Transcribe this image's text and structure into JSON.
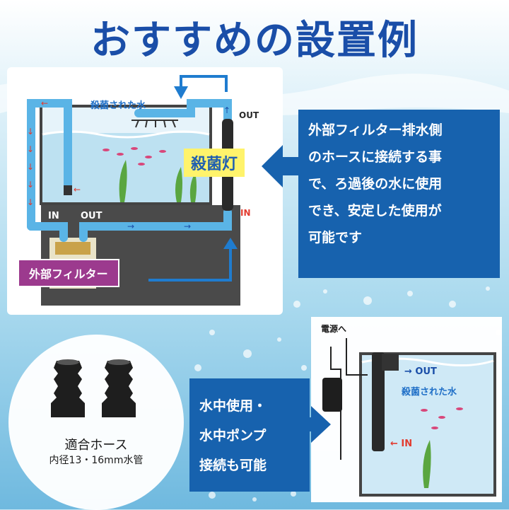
{
  "title": "おすすめの設置例",
  "diagram_main": {
    "sterilized_water": "殺菌された水",
    "out_top": "OUT",
    "in_right": "IN",
    "in_filter": "IN",
    "out_filter": "OUT",
    "lamp_label": "殺菌灯",
    "filter_label": "外部フィルター"
  },
  "info": {
    "lines": [
      "外部フィルター排水側",
      "のホースに接続する事",
      "で、ろ過後の水に使用",
      "でき、安定した使用が",
      "可能です"
    ]
  },
  "hose": {
    "title": "適合ホース",
    "subtitle": "内径13・16mm水管"
  },
  "pump_panel": {
    "power_label": "電源へ",
    "out_label": "→ OUT",
    "sterilized_water": "殺菌された水",
    "in_label": "← IN"
  },
  "pump_info": {
    "lines": [
      "水中使用・",
      "水中ポンプ",
      "接続も可能"
    ]
  },
  "colors": {
    "title": "#1a4ea8",
    "box_blue": "#1762ae",
    "lamp_yellow": "#fff36b",
    "filter_purple": "#9c3a8e",
    "hose_light": "#5ab4e6"
  }
}
